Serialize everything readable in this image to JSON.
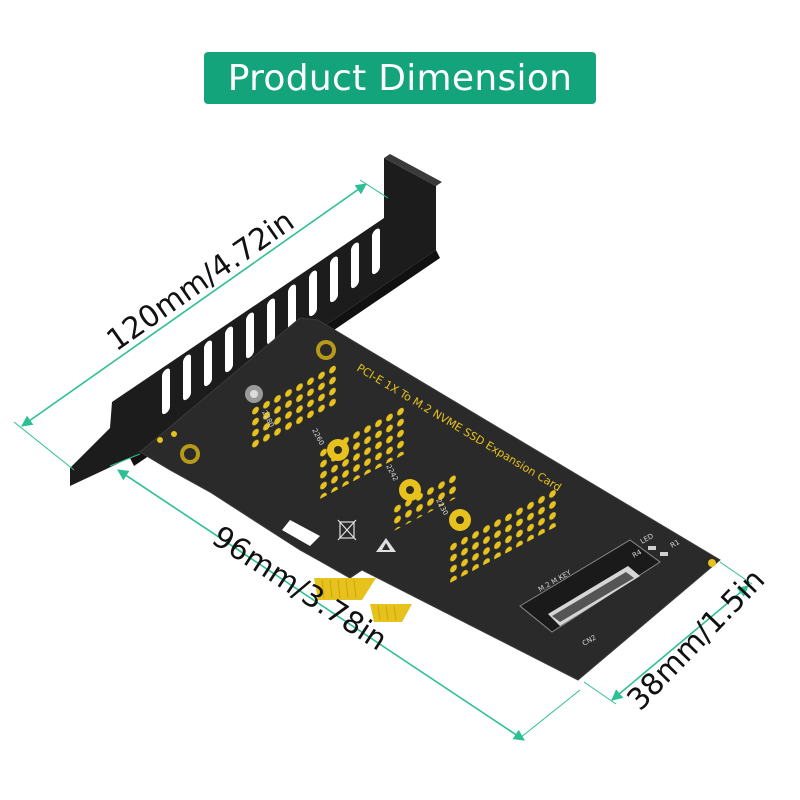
{
  "banner": {
    "title": "Product Dimension",
    "color": "#13a47c"
  },
  "dimensions": {
    "length": "120mm/4.72in",
    "pcb_length": "96mm/3.78in",
    "height": "38mm/1.5in"
  },
  "card": {
    "title": "PCI-E 1X To M.2 NVME SSD Expansion Card",
    "slot_labels": [
      "2280",
      "2260",
      "2242",
      "2230"
    ],
    "connector_label": "M.2 M KEY",
    "connector_id": "CN2",
    "led_label": "LED",
    "r1_label": "R1",
    "r4_label": "R4"
  },
  "colors": {
    "dimension_line": "#2dbf95",
    "pcb": "#2a2a2a",
    "gold": "#e8c21c",
    "bracket": "#1c1c1c"
  }
}
